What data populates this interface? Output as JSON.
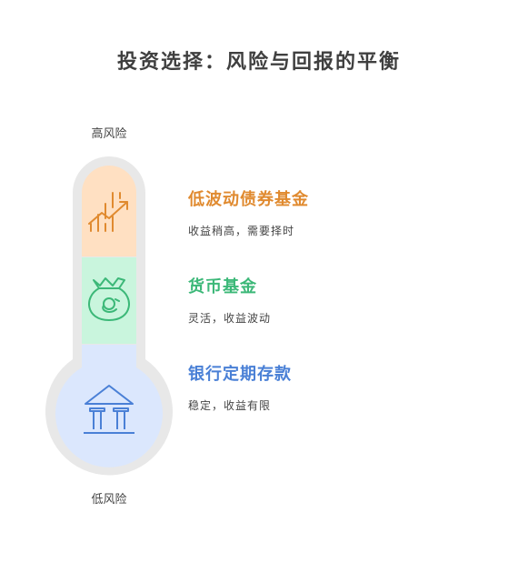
{
  "title": "投资选择：风险与回报的平衡",
  "scale": {
    "high_label": "高风险",
    "low_label": "低风险"
  },
  "items": [
    {
      "title": "低波动债券基金",
      "desc": "收益稍高，需要择时",
      "color": "#e08a2f",
      "fill": "#ffe0c2",
      "icon": "growth-chart-icon"
    },
    {
      "title": "货币基金",
      "desc": "灵活，收益波动",
      "color": "#3cb878",
      "fill": "#c9f5dd",
      "icon": "piggy-bank-bag-icon"
    },
    {
      "title": "银行定期存款",
      "desc": "稳定，收益有限",
      "color": "#4a80d6",
      "fill": "#dbe7fd",
      "icon": "bank-building-icon"
    }
  ]
}
